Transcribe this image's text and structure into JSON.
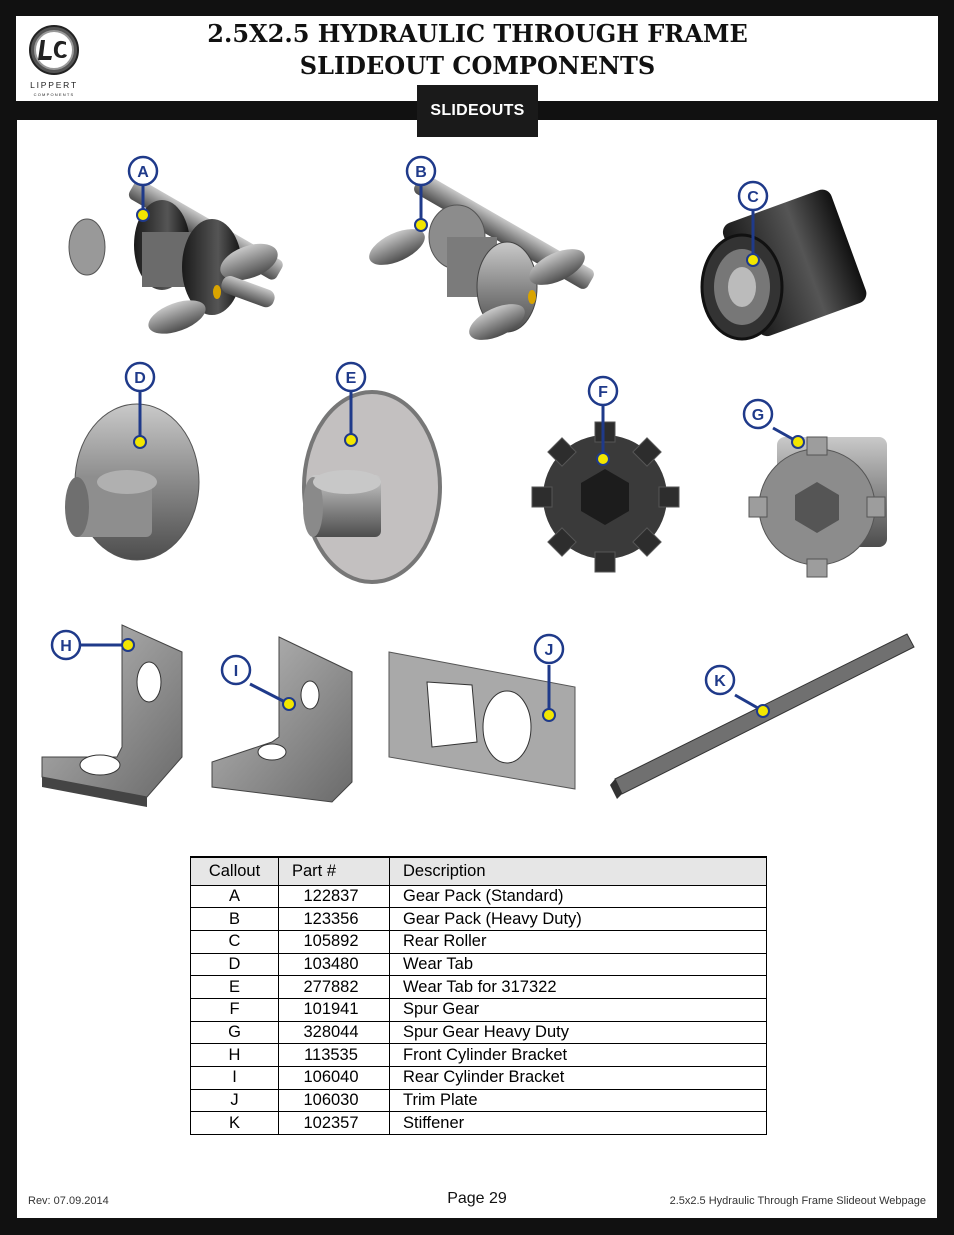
{
  "header": {
    "title_line1": "2.5X2.5 HYDRAULIC THROUGH FRAME",
    "title_line2": "SLIDEOUT COMPONENTS",
    "section_tab": "SLIDEOUTS",
    "logo_text": "LIPPERT",
    "logo_subtext": "COMPONENTS"
  },
  "callouts": [
    "A",
    "B",
    "C",
    "D",
    "E",
    "F",
    "G",
    "H",
    "I",
    "J",
    "K"
  ],
  "table": {
    "headers": [
      "Callout",
      "Part #",
      "Description"
    ],
    "rows": [
      {
        "callout": "A",
        "part": "122837",
        "description": "Gear Pack (Standard)"
      },
      {
        "callout": "B",
        "part": "123356",
        "description": "Gear Pack (Heavy Duty)"
      },
      {
        "callout": "C",
        "part": "105892",
        "description": "Rear Roller"
      },
      {
        "callout": "D",
        "part": "103480",
        "description": "Wear Tab"
      },
      {
        "callout": "E",
        "part": "277882",
        "description": "Wear Tab for 317322"
      },
      {
        "callout": "F",
        "part": "101941",
        "description": "Spur Gear"
      },
      {
        "callout": "G",
        "part": "328044",
        "description": "Spur Gear Heavy Duty"
      },
      {
        "callout": "H",
        "part": "113535",
        "description": "Front Cylinder Bracket"
      },
      {
        "callout": "I",
        "part": "106040",
        "description": "Rear Cylinder Bracket"
      },
      {
        "callout": "J",
        "part": "106030",
        "description": "Trim Plate"
      },
      {
        "callout": "K",
        "part": "102357",
        "description": "Stiffener"
      }
    ]
  },
  "footer": {
    "rev": "Rev: 07.09.2014",
    "page": "Page 29",
    "doc": "2.5x2.5 Hydraulic Through Frame Slideout Webpage"
  },
  "colors": {
    "frame": "#111111",
    "callout_line": "#1f3a8a",
    "callout_dot": "#f2e600",
    "table_header_bg": "#e6e6e6"
  }
}
